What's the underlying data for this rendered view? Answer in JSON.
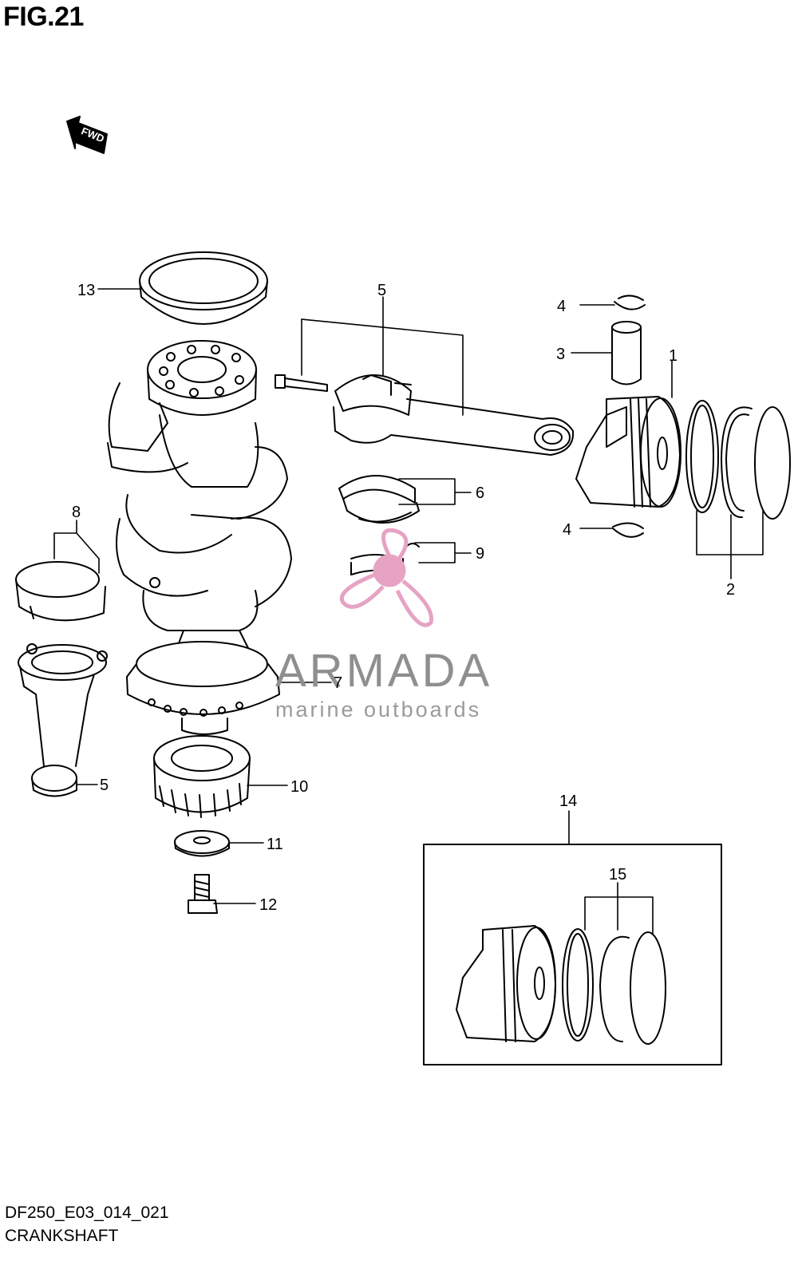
{
  "header": {
    "title": "FIG.21"
  },
  "footer": {
    "code": "DF250_E03_014_021",
    "name": "CRANKSHAFT"
  },
  "direction_marker": {
    "label": "FWD",
    "icon": "fwd-arrow-icon"
  },
  "watermark": {
    "name": "ARMADA",
    "subtitle": "marine outboards",
    "color": "#e6a3c4"
  },
  "callouts": {
    "c1": "1",
    "c2": "2",
    "c3": "3",
    "c4a": "4",
    "c4b": "4",
    "c5a": "5",
    "c5b": "5",
    "c6": "6",
    "c7": "7",
    "c8": "8",
    "c9": "9",
    "c10": "10",
    "c11": "11",
    "c12": "12",
    "c13": "13",
    "c14": "14",
    "c15": "15"
  }
}
